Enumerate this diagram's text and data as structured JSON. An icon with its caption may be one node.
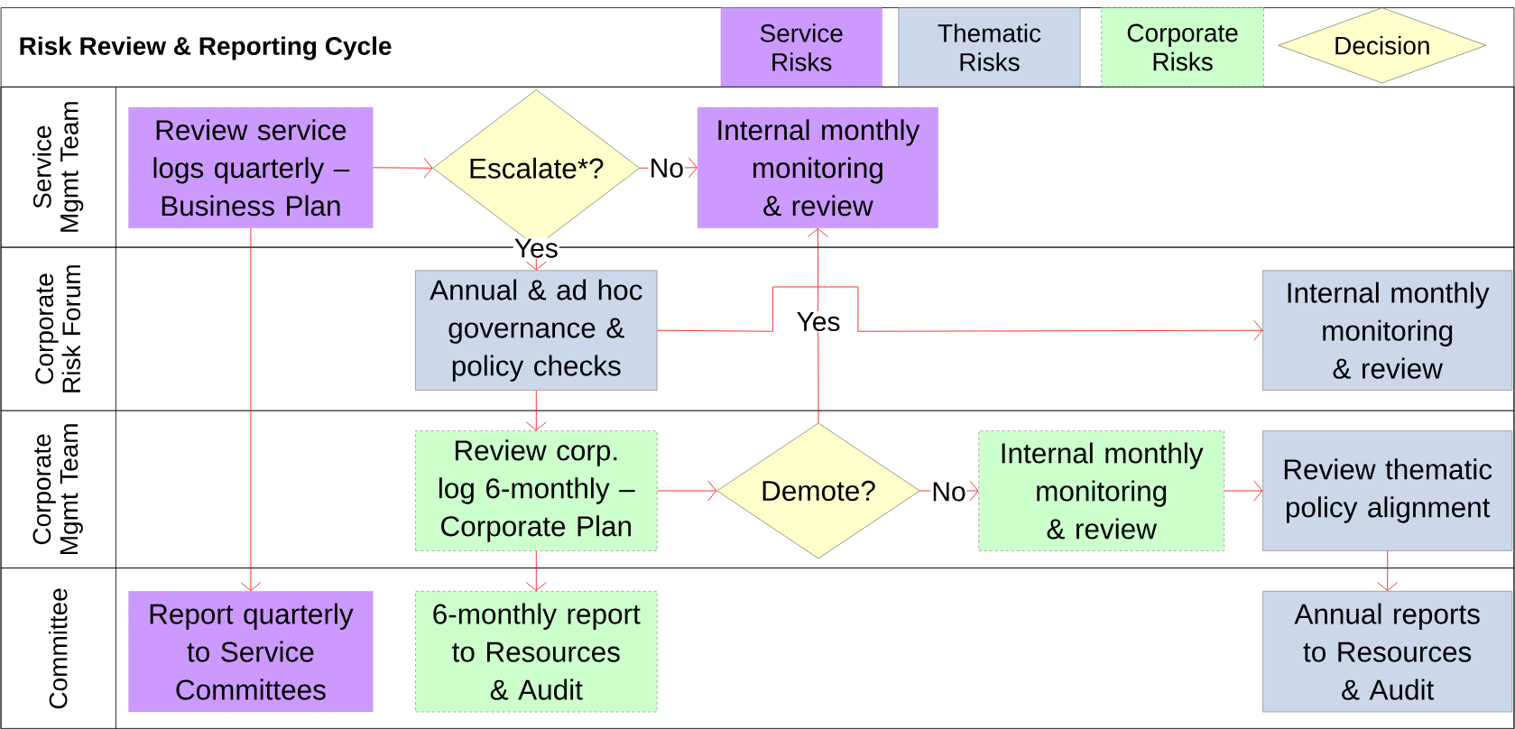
{
  "diagram": {
    "title": "Risk Review & Reporting Cycle",
    "nodes": [
      {
        "text": [
          "Service Mgmt Team"
        ]
      },
      {
        "text": [
          "Review service logs quarterly – Business Plan"
        ],
        "in": 0
      },
      {
        "text": [
          "Escalate*?"
        ],
        "in": 0
      },
      {
        "text": [
          "Internal monthly monitoring & review"
        ],
        "in": 0
      },
      {
        "text": [
          "Corporate Risk Forum"
        ]
      },
      {
        "text": [
          "Annual & ad hoc governance & policy checks"
        ],
        "in": 4
      },
      {
        "text": [
          "Internal monthly monitoring & review"
        ],
        "in": 4
      },
      {
        "text": [
          "Corporate Mgmt Team"
        ]
      },
      {
        "text": [
          "Review corp. log 6-monthly – Corporate Plan"
        ],
        "in": 7
      },
      {
        "text": [
          "Demote?"
        ],
        "in": 7
      },
      {
        "text": [
          "Internal monthly monitoring & review"
        ],
        "in": 7
      },
      {
        "text": [
          "Review thematic policy alignment"
        ],
        "in": 7
      },
      {
        "text": [
          "Committee"
        ]
      },
      {
        "text": [
          "Report quarterly to Service Committees"
        ],
        "in": 12
      },
      {
        "text": [
          "6-monthly report to Resources & Audit"
        ],
        "in": 12
      },
      {
        "text": [
          "Annual reports to Resources & Audit"
        ],
        "in": 12
      }
    ],
    "edges": [
      {
        "from": 1,
        "to": 2,
        "arrow": "to"
      },
      {
        "from": 2,
        "to": 3,
        "arrow": "to",
        "label": "No"
      },
      {
        "from": 2,
        "to": 5,
        "arrow": "to",
        "label": "Yes"
      },
      {
        "from": 1,
        "to": 13,
        "arrow": "to"
      },
      {
        "from": 5,
        "to": 6,
        "arrow": "to"
      },
      {
        "from": 5,
        "to": 8,
        "arrow": "to"
      },
      {
        "from": 8,
        "to": 9,
        "arrow": "to"
      },
      {
        "from": 9,
        "to": 10,
        "arrow": "to",
        "label": "No"
      },
      {
        "from": 9,
        "to": 3,
        "arrow": "to",
        "label": "Yes"
      },
      {
        "from": 10,
        "to": 11,
        "arrow": "to"
      },
      {
        "from": 11,
        "to": 15,
        "arrow": "to"
      },
      {
        "from": 8,
        "to": 14,
        "arrow": "to"
      }
    ],
    "legend": [
      {
        "text": "Service Risks",
        "color": "#cc99ff"
      },
      {
        "text": "Thematic Risks",
        "color": "#ccd8ea"
      },
      {
        "text": "Corporate Risks",
        "color": "#ccffcc"
      },
      {
        "text": "Decision"
      }
    ]
  }
}
